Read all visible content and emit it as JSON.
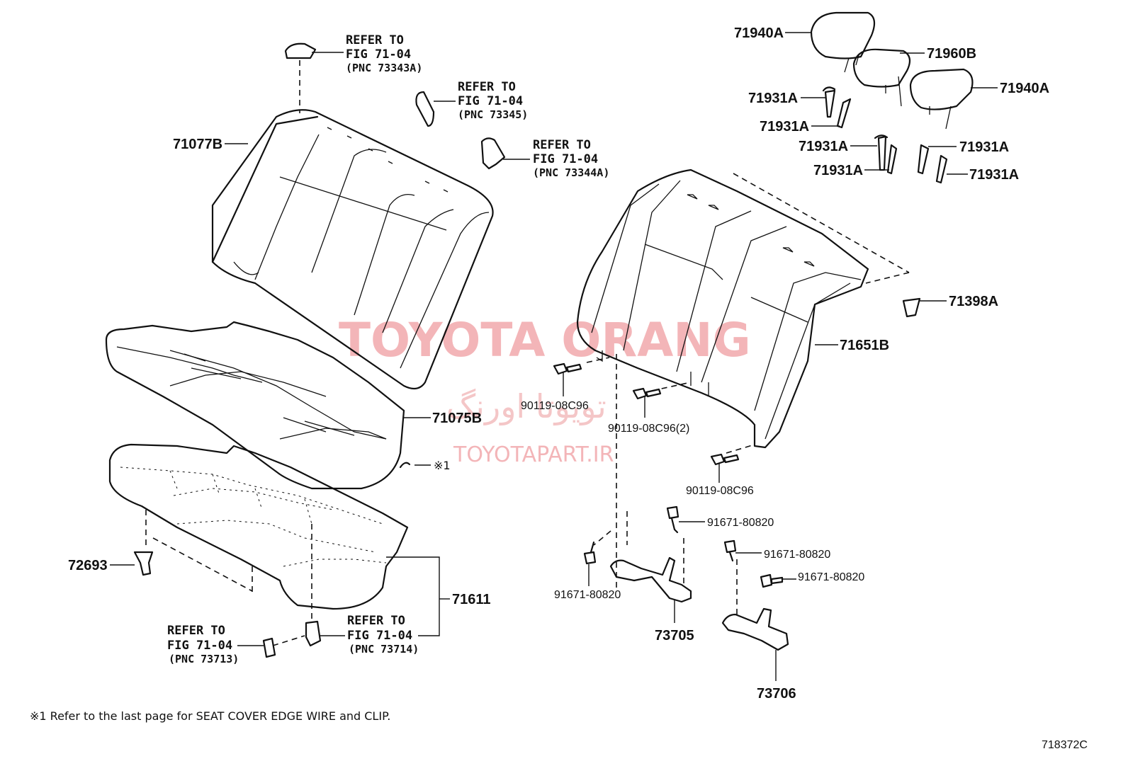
{
  "diagram": {
    "watermark": {
      "title": "TOYOTA ORANG",
      "persian": "تویوتا اورنگ",
      "site": "TOYOTAPART.IR"
    },
    "parts": {
      "p71077B": "71077B",
      "p71075B": "71075B",
      "p71611": "71611",
      "p72693": "72693",
      "p71940A_top": "71940A",
      "p71960B": "71960B",
      "p71940A_right": "71940A",
      "p71931A_1": "71931A",
      "p71931A_2": "71931A",
      "p71931A_3": "71931A",
      "p71931A_4": "71931A",
      "p71931A_5": "71931A",
      "p71931A_6": "71931A",
      "p71398A": "71398A",
      "p71651B": "71651B",
      "bolt_a": "90119-08C96",
      "bolt_b": "90119-08C96(2)",
      "bolt_c": "90119-08C96",
      "bolt_d": "91671-80820",
      "bolt_e": "91671-80820",
      "bolt_f": "91671-80820",
      "bolt_g": "91671-80820",
      "p73705": "73705",
      "p73706": "73706",
      "note_mark": "※1"
    },
    "refs": {
      "r73343A": [
        "REFER TO",
        "FIG 71-04",
        "(PNC 73343A)"
      ],
      "r73345": [
        "REFER TO",
        "FIG 71-04",
        "(PNC 73345)"
      ],
      "r73344A": [
        "REFER TO",
        "FIG 71-04",
        "(PNC 73344A)"
      ],
      "r73714": [
        "REFER TO",
        "FIG 71-04",
        "(PNC 73714)"
      ],
      "r73713": [
        "REFER TO",
        "FIG 71-04",
        "(PNC 73713)"
      ]
    },
    "footnote": "※1  Refer to the last page for SEAT COVER EDGE WIRE and CLIP.",
    "figure_code": "718372C"
  }
}
